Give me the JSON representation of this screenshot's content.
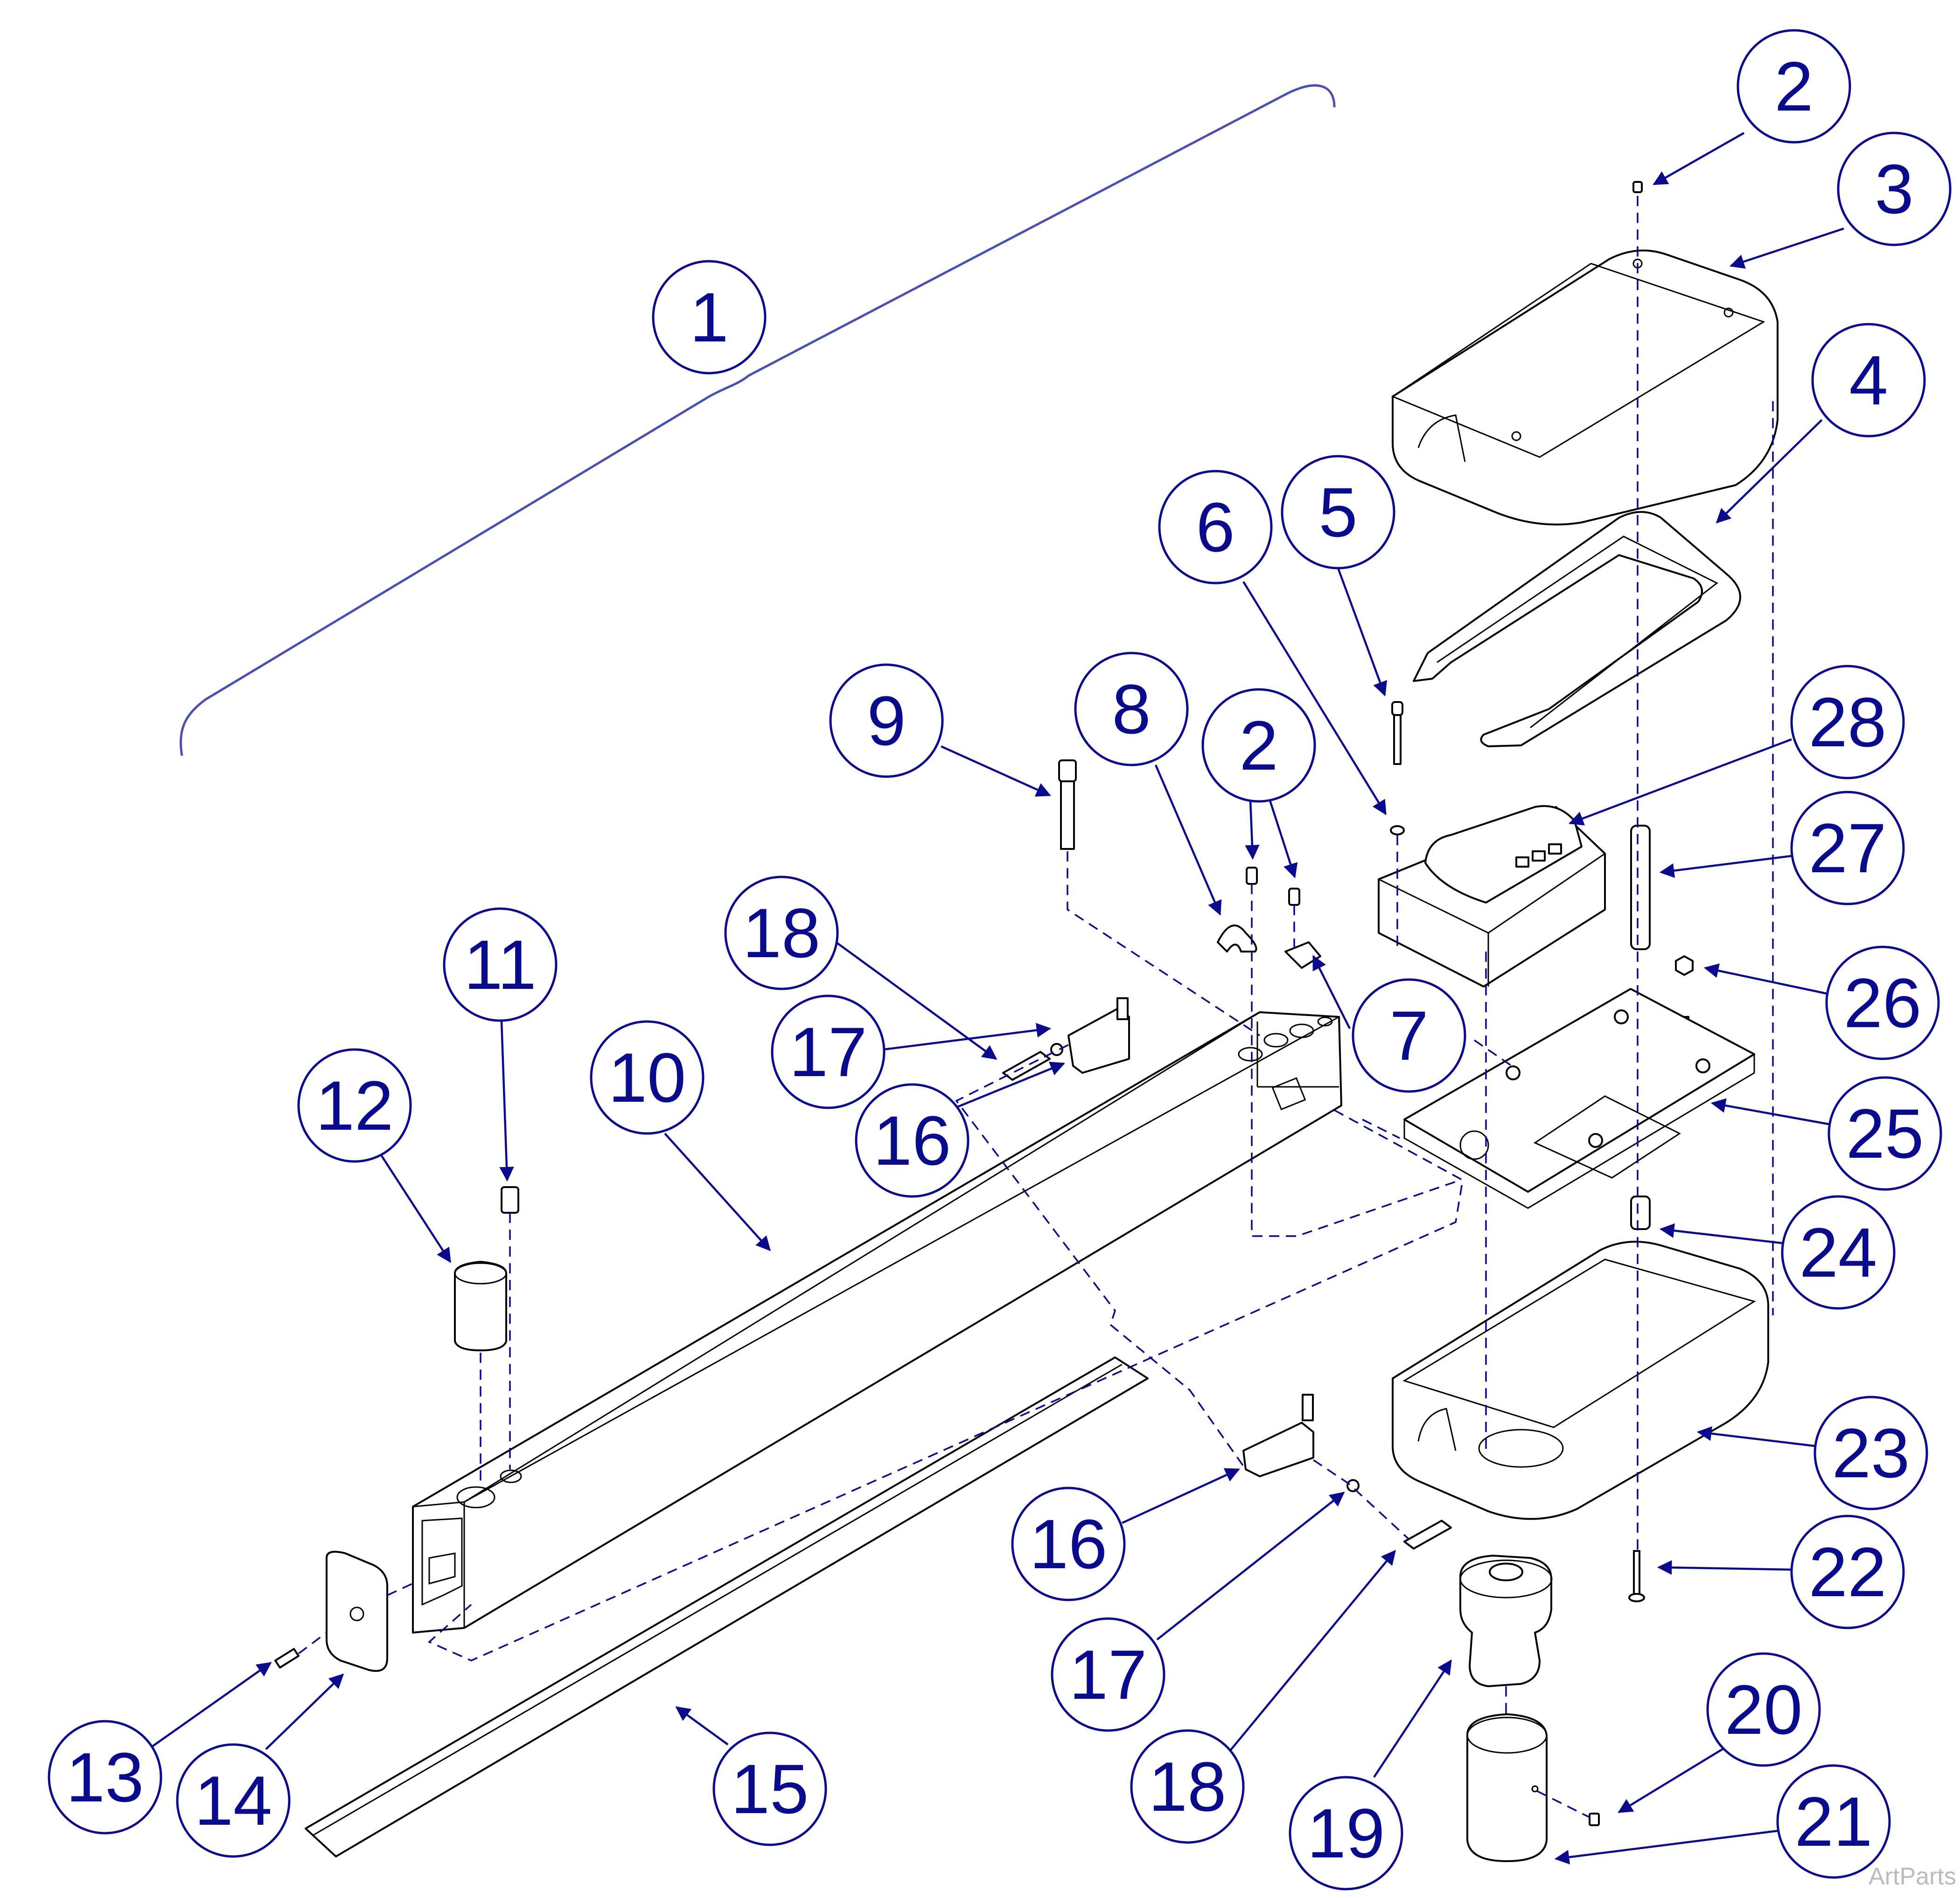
{
  "diagram": {
    "type": "exploded-parts-view",
    "accent_color": "#0a0a8c",
    "callouts": [
      "1",
      "2",
      "3",
      "4",
      "5",
      "6",
      "2",
      "7",
      "8",
      "9",
      "10",
      "11",
      "12",
      "13",
      "14",
      "15",
      "16",
      "16",
      "17",
      "17",
      "18",
      "18",
      "19",
      "20",
      "21",
      "22",
      "23",
      "24",
      "25",
      "26",
      "27",
      "28"
    ],
    "watermark": "ArtParts"
  }
}
